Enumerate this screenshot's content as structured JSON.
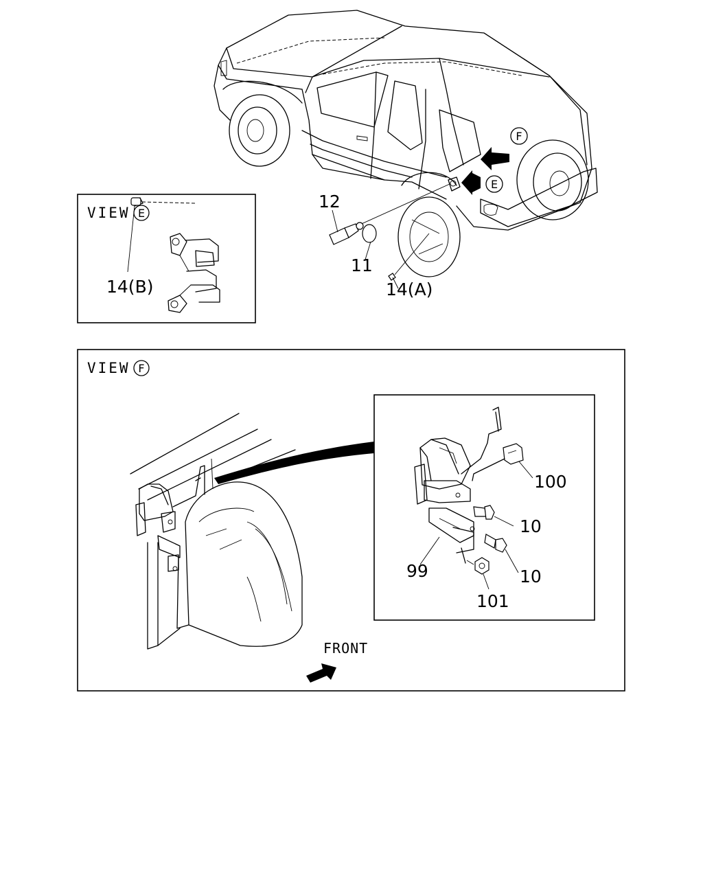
{
  "view_e": {
    "title_prefix": "VIEW",
    "marker": "E",
    "callouts": {
      "part_14b": "14(B)"
    }
  },
  "overview": {
    "markers": {
      "view_f": "F",
      "view_e": "E"
    },
    "callouts": {
      "part_12": "12",
      "part_11": "11",
      "part_14a": "14(A)"
    }
  },
  "view_f": {
    "title_prefix": "VIEW",
    "marker": "F",
    "direction_label": "FRONT",
    "detail_callouts": {
      "part_100": "100",
      "part_10_upper": "10",
      "part_10_lower": "10",
      "part_99": "99",
      "part_101": "101"
    }
  }
}
